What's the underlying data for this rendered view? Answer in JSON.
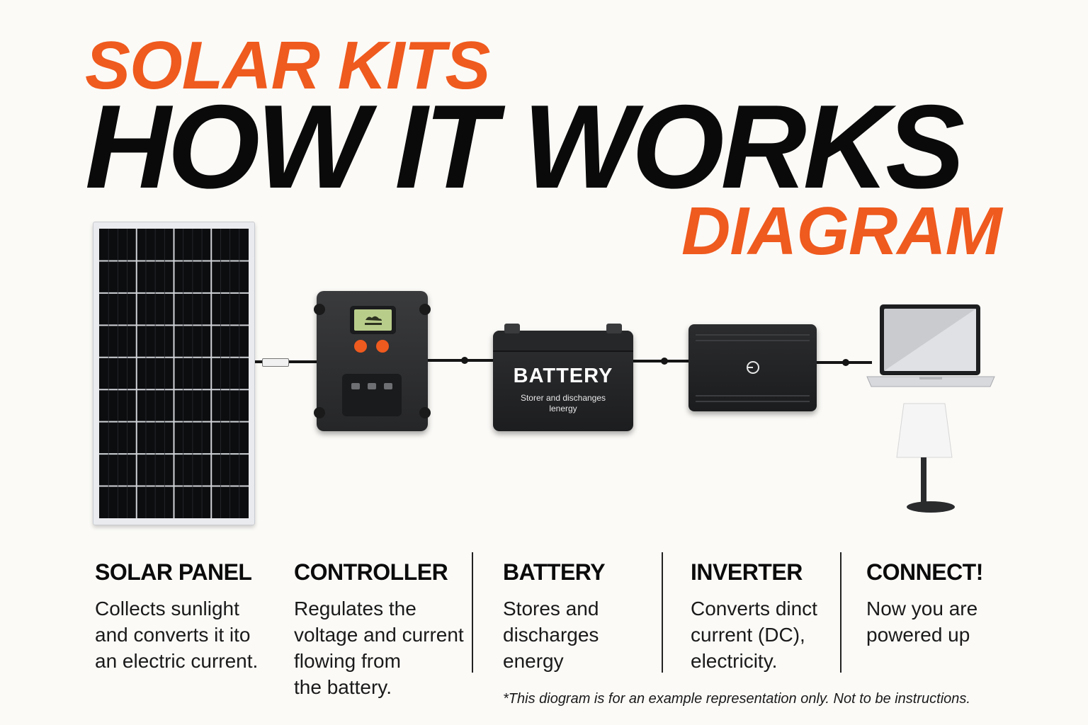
{
  "title": {
    "line1": "SOLAR KITS",
    "line2": "HOW IT WORKS",
    "line3": "DIAGRAM"
  },
  "colors": {
    "accent": "#ef5a1e",
    "dark": "#0a0a0a",
    "background": "#fbfaf7",
    "lcd": "#b9cd8b"
  },
  "components": {
    "battery_label": "BATTERY",
    "battery_sub": "Storer and dischanges lenergy"
  },
  "captions": [
    {
      "heading": "SOLAR PANEL",
      "text": "Collects sunlight\nand converts it ito\nan electric current."
    },
    {
      "heading": "CONTROLLER",
      "text": "Regulates the\nvoltage and current\nflowing from\nthe battery."
    },
    {
      "heading": "BATTERY",
      "text": "Stores and\ndischarges\nenergy"
    },
    {
      "heading": "INVERTER",
      "text": "Converts dinct\ncurrent (DC),\nelectricity."
    },
    {
      "heading": "CONNECT!",
      "text": "Now you are\npowered up"
    }
  ],
  "footnote": "*This diogram is for an example representation only. Not to be instructions.",
  "icons": [
    "solar-panel",
    "charge-controller",
    "battery",
    "inverter-power-icon",
    "laptop",
    "lamp"
  ]
}
